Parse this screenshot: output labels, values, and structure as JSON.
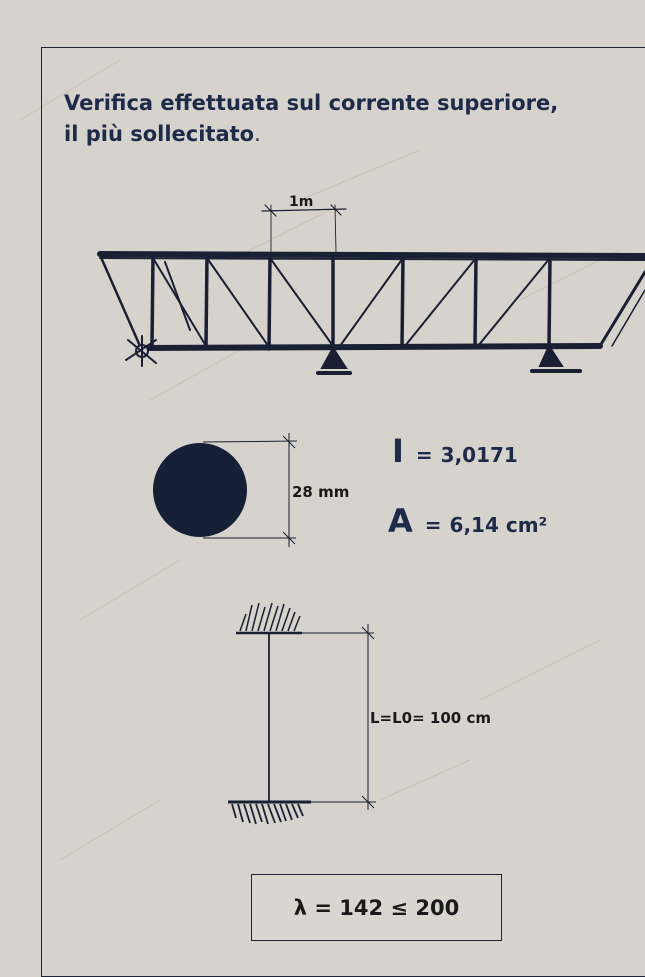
{
  "heading": {
    "line1": "Verifica effettuata sul corrente superiore,",
    "line2": "il più sollecitato",
    "suffix": "."
  },
  "truss": {
    "panel_label": "1m"
  },
  "section": {
    "diameter_label": "28 mm"
  },
  "formulas": {
    "inertia_symbol": "I",
    "inertia_value": "3,0171",
    "area_symbol": "A",
    "area_value": "6,14 cm²"
  },
  "column": {
    "length_label": "L=L0= 100 cm"
  },
  "result": {
    "text": "λ = 142 ≤ 200"
  },
  "colors": {
    "background": "#d6d3cc",
    "ink": "#1e2438",
    "heading": "#1e2a4a"
  }
}
